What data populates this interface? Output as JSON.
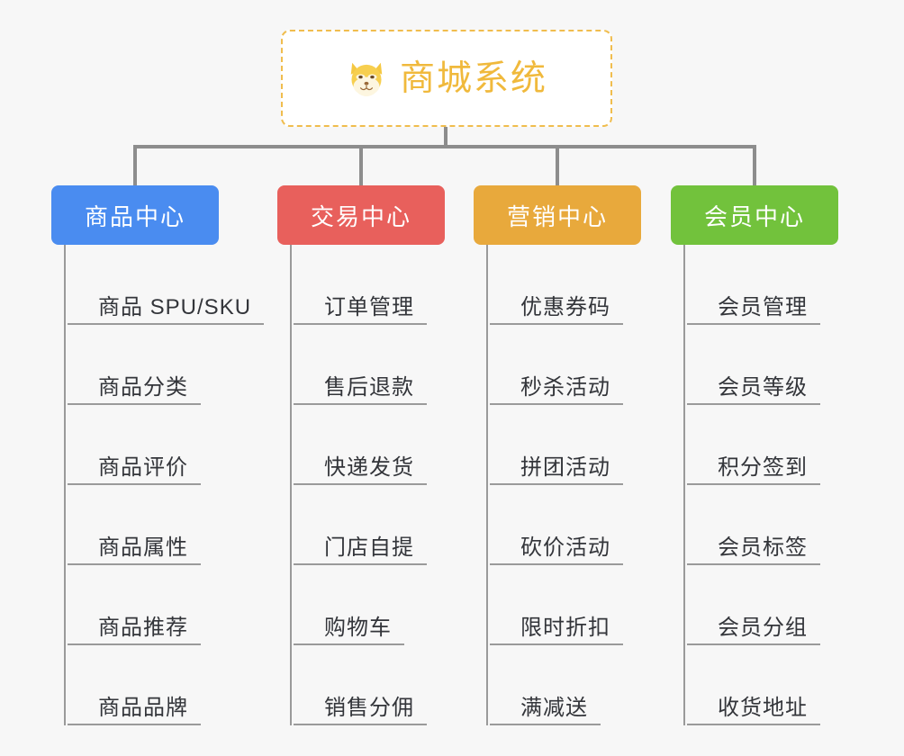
{
  "root": {
    "title": "商城系统",
    "icon": "shiba-inu-icon",
    "border_color": "#f0bd4e",
    "text_color": "#f0b93c",
    "background": "#ffffff"
  },
  "canvas": {
    "background": "#f7f7f7",
    "connector_color": "#8d8d8d"
  },
  "branches": [
    {
      "label": "商品中心",
      "color": "#4a8cf0",
      "items": [
        "商品 SPU/SKU",
        "商品分类",
        "商品评价",
        "商品属性",
        "商品推荐",
        "商品品牌"
      ]
    },
    {
      "label": "交易中心",
      "color": "#e8605c",
      "items": [
        "订单管理",
        "售后退款",
        "快递发货",
        "门店自提",
        "购物车",
        "销售分佣"
      ]
    },
    {
      "label": "营销中心",
      "color": "#e8a93c",
      "items": [
        "优惠券码",
        "秒杀活动",
        "拼团活动",
        "砍价活动",
        "限时折扣",
        "满减送"
      ]
    },
    {
      "label": "会员中心",
      "color": "#72c23c",
      "items": [
        "会员管理",
        "会员等级",
        "积分签到",
        "会员标签",
        "会员分组",
        "收货地址"
      ]
    }
  ]
}
